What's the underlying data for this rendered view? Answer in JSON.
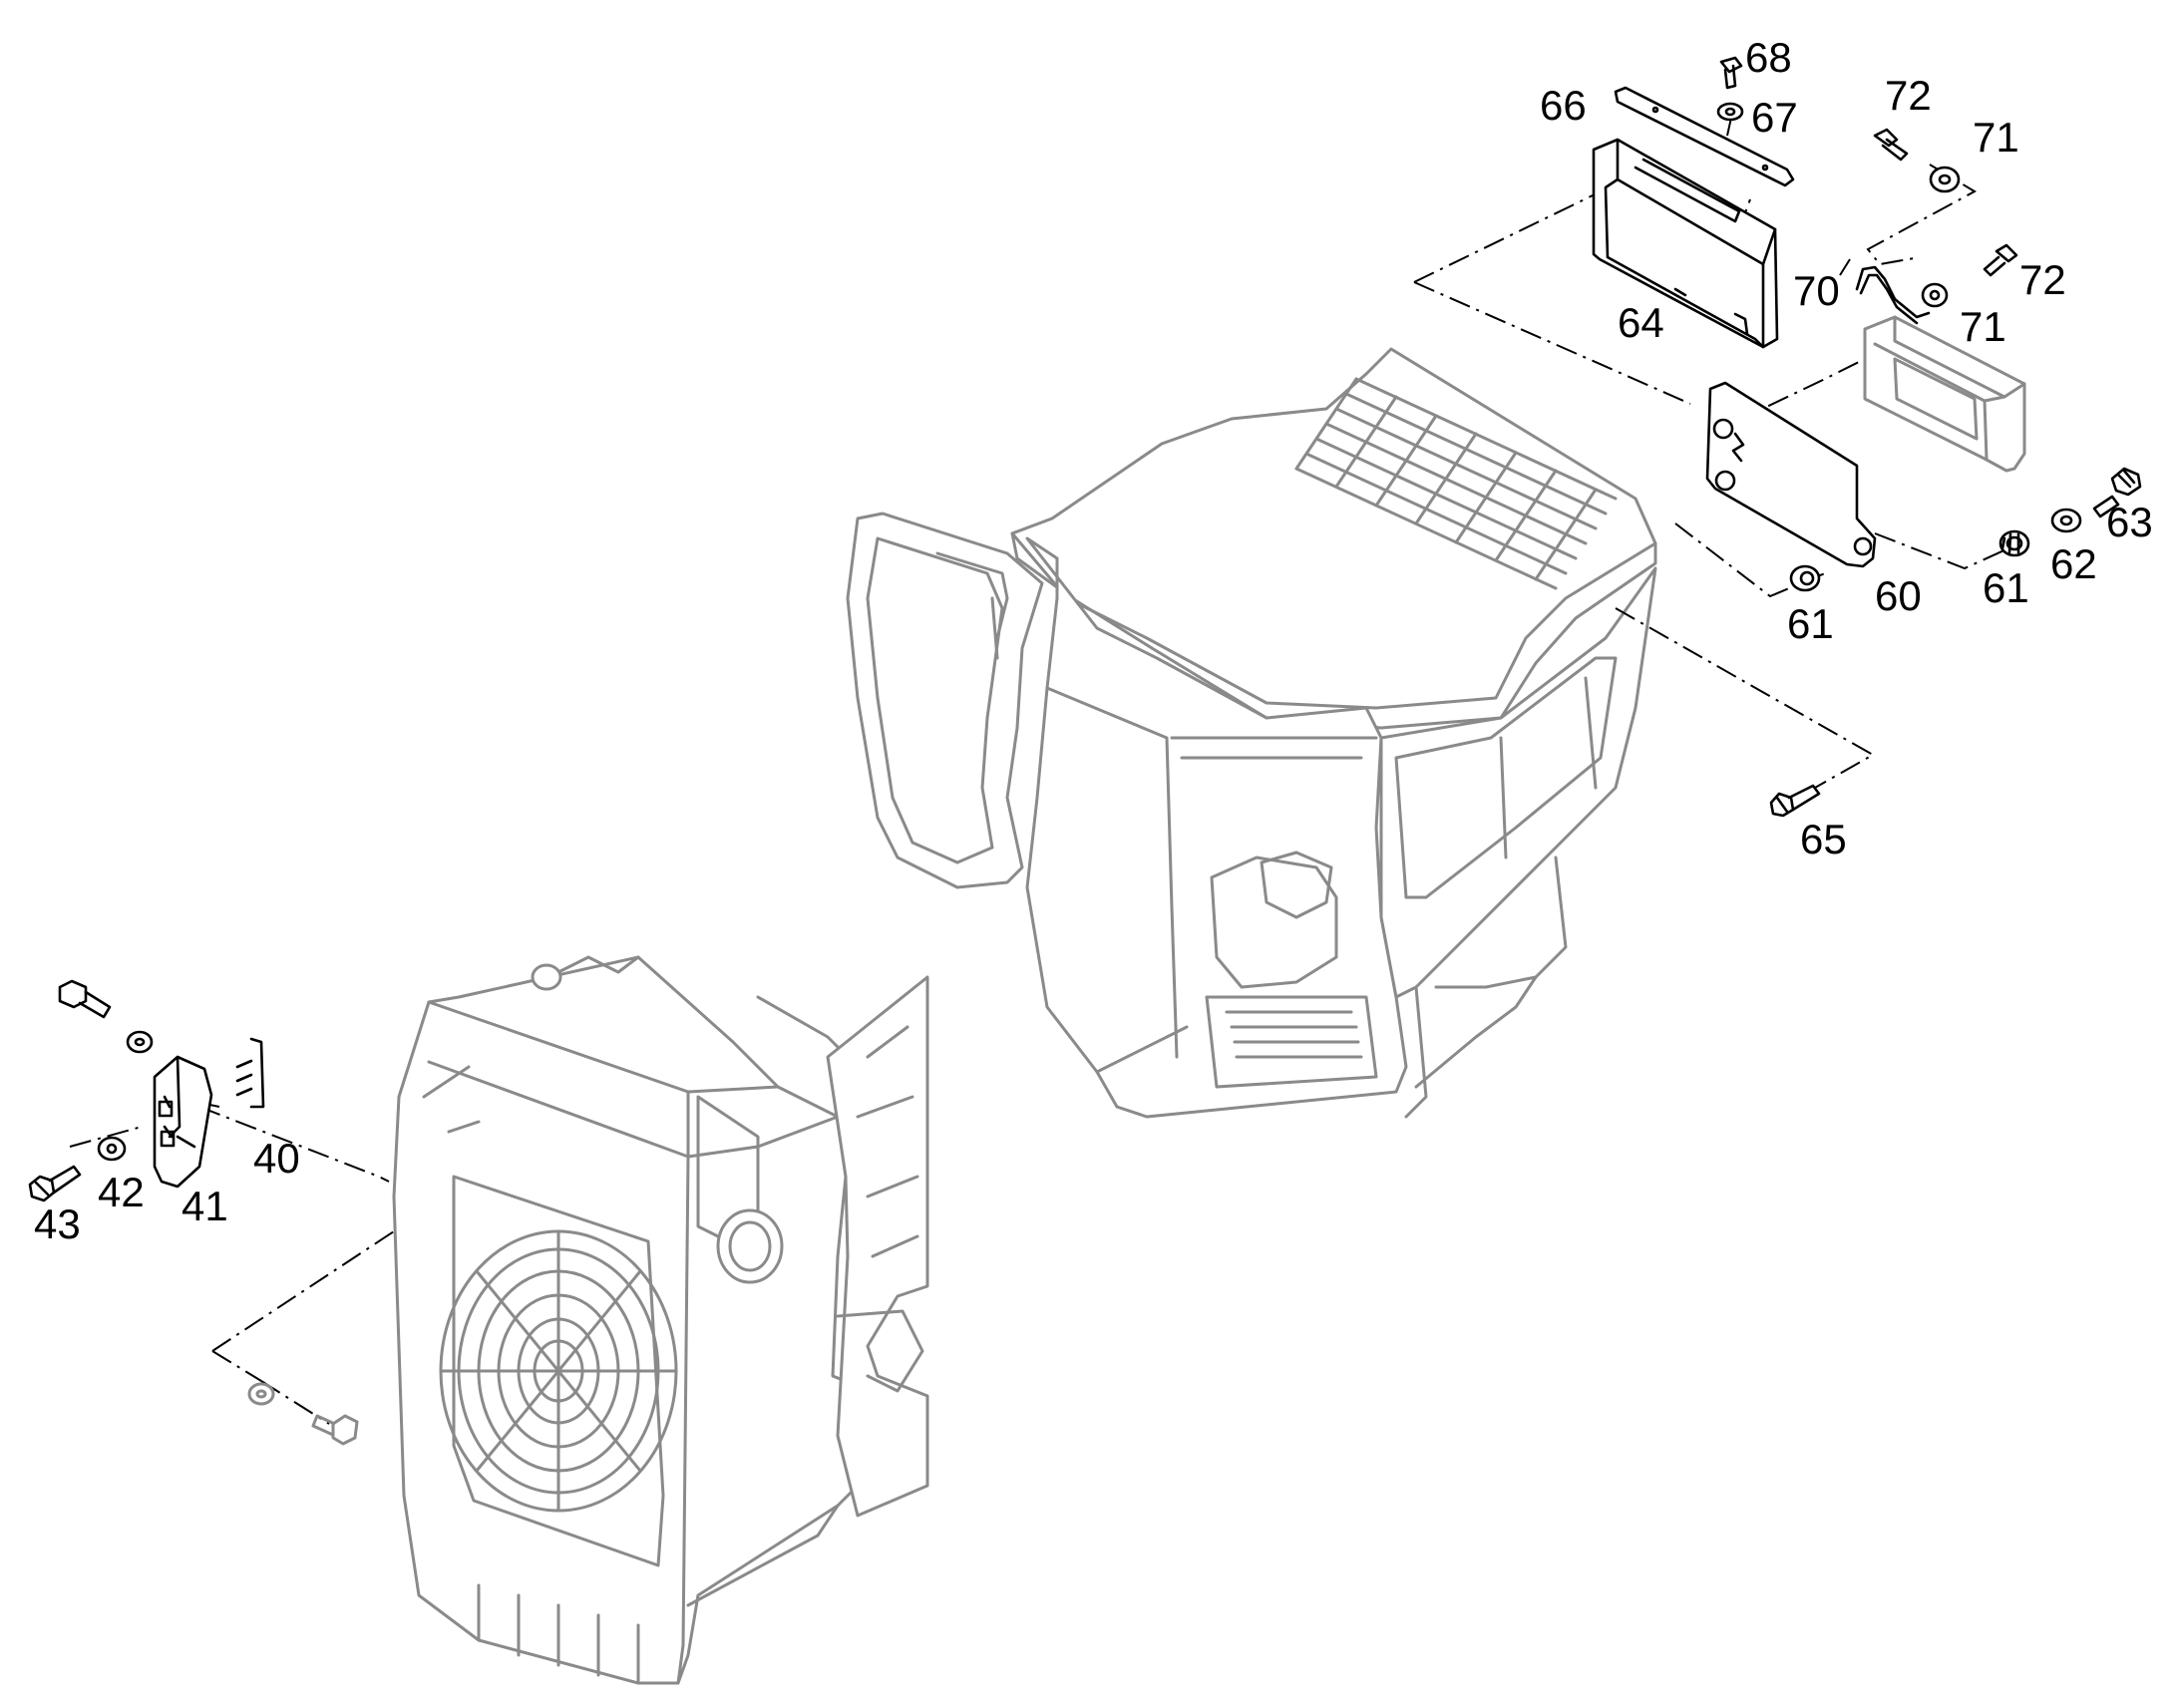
{
  "callouts": {
    "c40": "40",
    "c41": "41",
    "c42": "42",
    "c43": "43",
    "c60": "60",
    "c61a": "61",
    "c61b": "61",
    "c62": "62",
    "c63": "63",
    "c64": "64",
    "c65": "65",
    "c66": "66",
    "c67": "67",
    "c68": "68",
    "c70": "70",
    "c71a": "71",
    "c71b": "71",
    "c72a": "72",
    "c72b": "72"
  },
  "colors": {
    "outline": "#8a8a8a",
    "part": "#000000",
    "background": "#ffffff"
  }
}
